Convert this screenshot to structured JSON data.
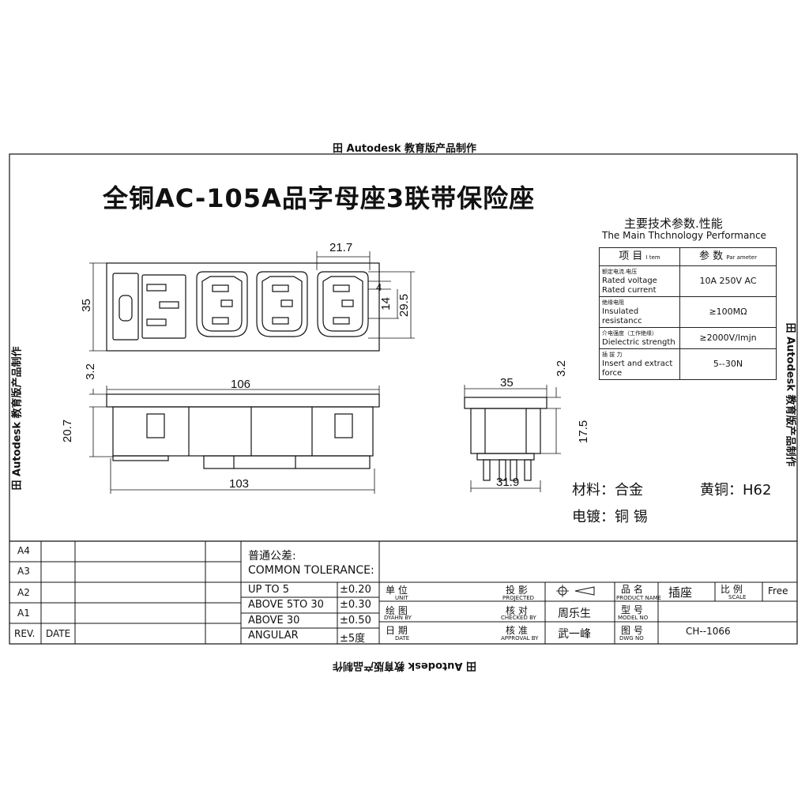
{
  "watermark": "田 Autodesk 教育版产品制作",
  "title": "全铜AC-105A品字母座3联带保险座",
  "performance": {
    "title_cn": "主要技术参数.性能",
    "title_en": "The Main Thchnology Performance",
    "header": {
      "item_cn": "项 目",
      "item_en": "I tem",
      "param_cn": "参 数",
      "param_en": "Par ameter"
    },
    "rows": [
      {
        "cn": "额定电流.电压",
        "en1": "Rated voltage",
        "en2": "Rated current",
        "value": "10A 250V AC"
      },
      {
        "cn": "绝缘电阻",
        "en1": "Insulated",
        "en2": "resistancc",
        "value": "≥100MΩ"
      },
      {
        "cn": "介电强度（工作绝缘）",
        "en1": "Dielectric strength",
        "en2": "",
        "value": "≥2000V/lmjn"
      },
      {
        "cn": "插 拔 力",
        "en1": "Insert and extract",
        "en2": "force",
        "value": "5--30N"
      }
    ]
  },
  "dimensions": {
    "d21_7": "21.7",
    "d35_left": "35",
    "d4": "4",
    "d14": "14",
    "d29_5": "29.5",
    "d3_2_left": "3.2",
    "d106": "106",
    "d20_7": "20.7",
    "d103": "103",
    "d35_side": "35",
    "d3_2_right": "3.2",
    "d17_5": "17.5",
    "d31_9": "31.9"
  },
  "material": {
    "material": "材料：合金",
    "brass": "黄铜：H62",
    "plating": "电镀：铜 锡"
  },
  "title_block": {
    "revisions": [
      "A4",
      "A3",
      "A2",
      "A1"
    ],
    "rev_label": "REV.",
    "date_label": "DATE",
    "tolerance_cn": "普通公差:",
    "tolerance_en": "COMMON TOLERANCE:",
    "tolerances": [
      {
        "range": "UP TO 5",
        "value": "±0.20"
      },
      {
        "range": "ABOVE 5TO 30",
        "value": "±0.30"
      },
      {
        "range": "ABOVE 30",
        "value": "±0.50"
      },
      {
        "range": "ANGULAR",
        "value": "±5度"
      }
    ],
    "unit_cn": "单 位",
    "unit_en": "UNIT",
    "projected_cn": "投 影",
    "projected_en": "PROJECTED",
    "product_name_cn": "品 名",
    "product_name_en": "PRODUCT NAME",
    "product_name": "插座",
    "scale_cn": "比 例",
    "scale_en": "SCALE",
    "scale": "Free",
    "drawn_cn": "绘 图",
    "drawn_en": "DYAHN BY",
    "checked_cn": "核 对",
    "checked_en": "CHECKED BY",
    "checked": "周乐生",
    "model_cn": "型 号",
    "model_en": "MODEL NO",
    "date_cn": "日 期",
    "date_en": "DATE",
    "approval_cn": "核 准",
    "approval_en": "APPROVAL BY",
    "approval": "武一峰",
    "dwg_cn": "图 号",
    "dwg_en": "DWG NO",
    "dwg": "CH--1066"
  }
}
